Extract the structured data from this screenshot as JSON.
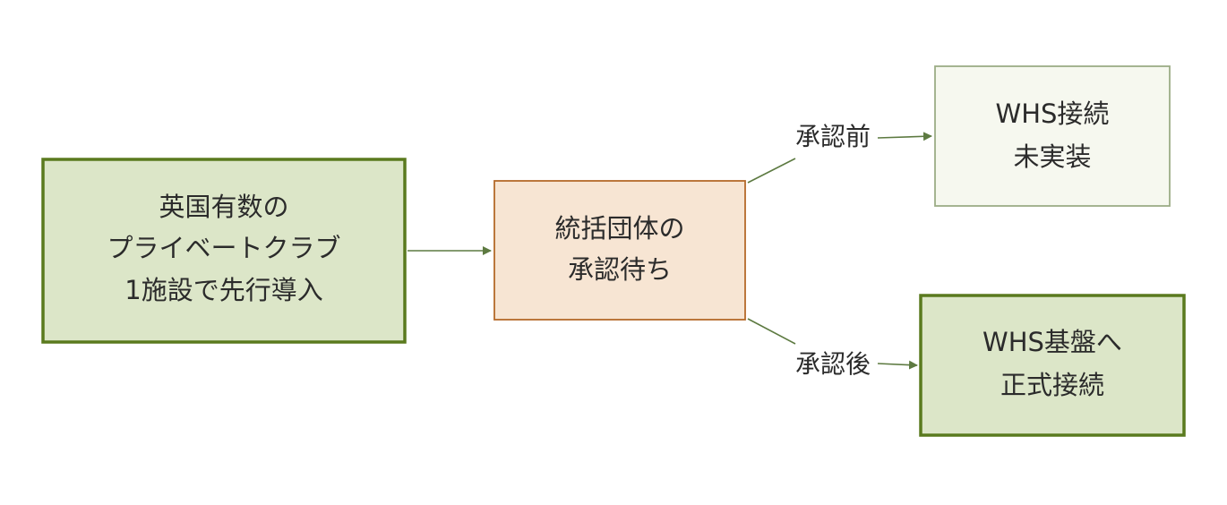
{
  "nodes": {
    "pilot": {
      "lines": [
        "英国有数の",
        "プライベートクラブ",
        "1施設で先行導入"
      ],
      "fill": "#dce6c8",
      "stroke": "#5a7a1e"
    },
    "approval": {
      "lines": [
        "統括団体の",
        "承認待ち"
      ],
      "fill": "#f7e5d3",
      "stroke": "#b4692a"
    },
    "unimplemented": {
      "lines": [
        "WHS接続",
        "未実装"
      ],
      "fill": "#f6f8ef",
      "stroke": "#9cac86"
    },
    "official": {
      "lines": [
        "WHS基盤へ",
        "正式接続"
      ],
      "fill": "#dce6c8",
      "stroke": "#5a7a1e"
    }
  },
  "edges": {
    "before_label": "承認前",
    "after_label": "承認後",
    "color": "#5d7a41"
  }
}
